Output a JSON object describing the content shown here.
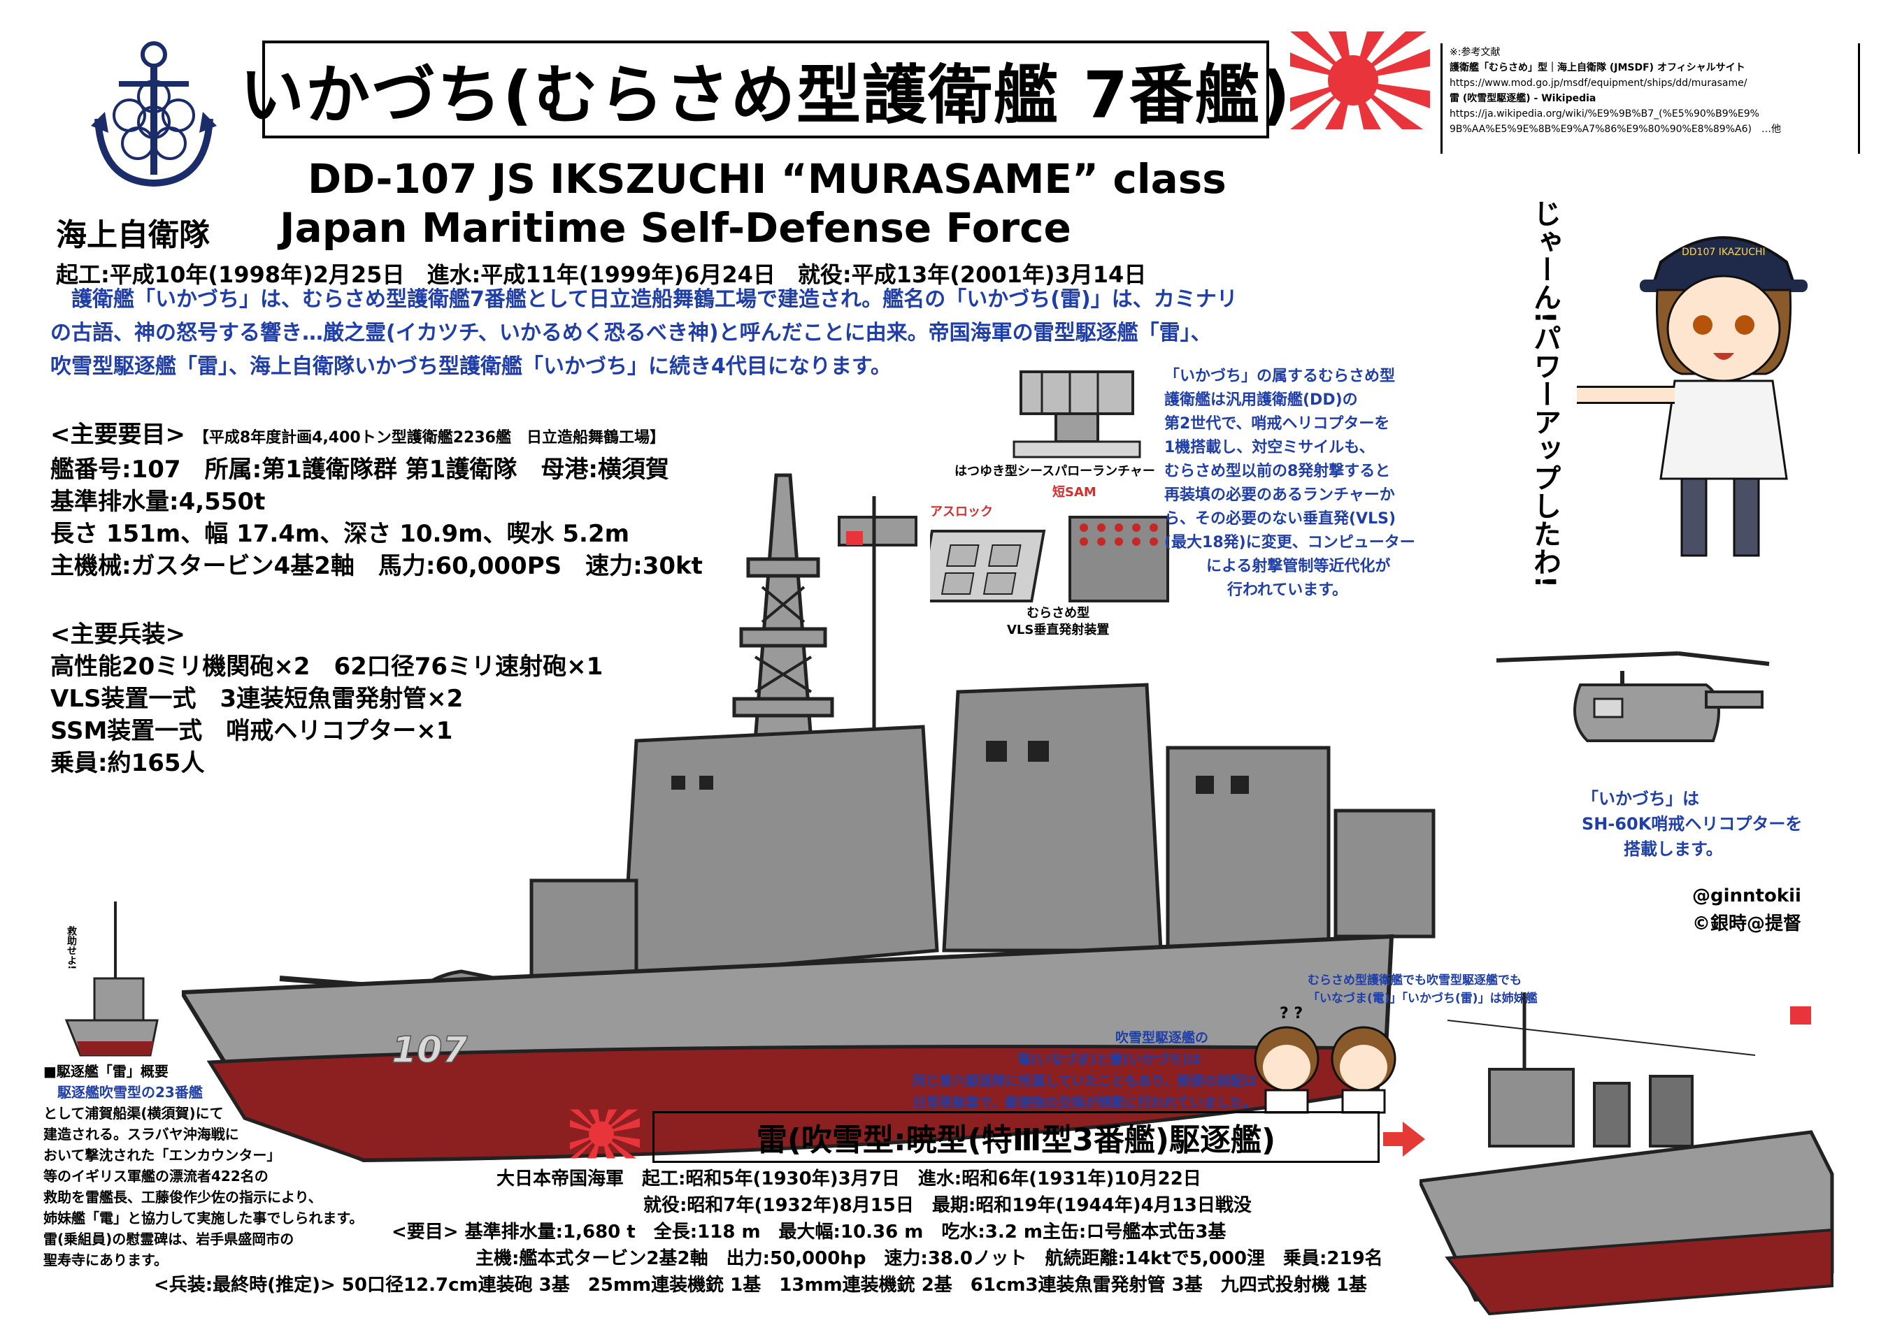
{
  "title": "いかづち(むらさめ型護衛艦 7番艦)",
  "subtitle_en": "DD-107 JS  IKSZUCHI “MURASAME” class",
  "org_jp": "海上自衛隊",
  "org_en": "Japan Maritime Self-Defense Force",
  "dates": "起工:平成10年(1998年)2月25日　進水:平成11年(1999年)6月24日　就役:平成13年(2001年)3月14日",
  "intro": [
    "　護衛艦「いかづち」は、むらさめ型護衛艦7番艦として日立造船舞鶴工場で建造され。艦名の「いかづち(雷)」は、カミナリ",
    "の古語、神の怒号する響き…厳之霊(イカツチ、いかるめく恐るべき神)と呼んだことに由来。帝国海軍の雷型駆逐艦「雷」、",
    "吹雪型駆逐艦「雷」、海上自衛隊いかづち型護衛艦「いかづち」に続き4代目になります。"
  ],
  "references": {
    "header": "※:参考文献",
    "lines": [
      "護衛艦「むらさめ」型｜海上自衛隊 (JMSDF) オフィシャルサイト",
      "https://www.mod.go.jp/msdf/equipment/ships/dd/murasame/",
      "雷 (吹雪型駆逐艦) - Wikipedia",
      "https://ja.wikipedia.org/wiki/%E9%9B%B7_(%E5%90%B9%E9%",
      "9B%AA%E5%9E%8B%E9%A7%86%E9%80%90%E8%89%A6)　…他"
    ]
  },
  "specs": {
    "header": "<主要要目>",
    "header_note": "【平成8年度計画4,400トン型護衛艦2236艦　日立造船舞鶴工場】",
    "lines": [
      "艦番号:107　所属:第1護衛隊群 第1護衛隊　母港:横須賀",
      "基準排水量:4,550t",
      "長さ 151m、幅 17.4m、深さ 10.9m、喫水 5.2m",
      "主機械:ガスタービン4基2軸　馬力:60,000PS　速力:30kt"
    ]
  },
  "weapons": {
    "header": "<主要兵装>",
    "lines": [
      "高性能20ミリ機関砲×2　62口径76ミリ速射砲×1",
      "VLS装置一式　3連装短魚雷発射管×2",
      "SSM装置一式　哨戒ヘリコプター×1",
      "乗員:約165人"
    ]
  },
  "launcher_caption": "はつゆき型シースパローランチャー",
  "asroc_label": "アスロック",
  "sam_label": "短SAM",
  "vls_caption": [
    "むらさめ型",
    "VLS垂直発射装置"
  ],
  "vls_note": [
    "「いかづち」の属するむらさめ型",
    "護衛艦は汎用護衛艦(DD)の",
    "第2世代で、哨戒ヘリコプターを",
    "1機搭載し、対空ミサイルも、",
    "むらさめ型以前の8発射撃すると",
    "再装填の必要のあるランチャーか",
    "ら、その必要のない垂直発(VLS)",
    "(最大18発)に変更、コンピューター",
    "による射撃管制等近代化が",
    "行われています。"
  ],
  "char_speech": "じゃーん!パワーアップしたわ!",
  "cap_text": "DD107 IKAZUCHI",
  "heli_note": [
    "「いかづち」は",
    "SH-60K哨戒ヘリコプターを",
    "搭載します。"
  ],
  "hull_number": "107",
  "credit": [
    "@ginntokii",
    "©銀時@提督"
  ],
  "small_ship_speech": "救助せよ!",
  "sister_note": [
    "むらさめ型護衛艦でも吹雪型駆逐艦でも",
    "「いなづま(電)」「いかづち(雷)」は姉妹艦"
  ],
  "qmarks": "? ?",
  "post_note": [
    "吹雪型駆逐艦の",
    "電(いなづま)と雷(いかづち)は",
    "同じ第六駆逐隊に所属していたこともあり、郵便の誤配は",
    "日常茶飯事で、郵便物の交換が頻繁に行われていました。"
  ],
  "destroyer_title": "雷(吹雪型:暁型(特Ⅲ型3番艦)駆逐艦)",
  "destroyer_specs": [
    "大日本帝国海軍　起工:昭和5年(1930年)3月7日　進水:昭和6年(1931年)10月22日",
    "就役:昭和7年(1932年)8月15日　最期:昭和19年(1944年)4月13日戦没",
    "<要目> 基準排水量:1,680 t　全長:118 m　最大幅:10.36 m　吃水:3.2 m主缶:ロ号艦本式缶3基",
    "主機:艦本式タービン2基2軸　出力:50,000hp　速力:38.0ノット　航続距離:14ktで5,000浬　乗員:219名",
    "<兵装:最終時(推定)> 50口径12.7cm連装砲 3基　25mm連装機銃 1基　13mm連装機銃 2基　61cm3連装魚雷発射管 3基　九四式投射機 1基"
  ],
  "left_note": {
    "header": "■駆逐艦「雷」概要",
    "lines": [
      "　駆逐艦吹雪型の23番艦",
      "として浦賀船渠(横須賀)にて",
      "建造される。スラバヤ沖海戦に",
      "おいて撃沈された「エンカウンター」",
      "等のイギリス軍艦の漂流者422名の",
      "救助を雷艦長、工藤俊作少佐の指示により、",
      "姉妹艦「電」と協力して実施した事でしられます。",
      "雷(乗組員)の慰霊碑は、岩手県盛岡市の",
      "聖寿寺にあります。"
    ]
  },
  "colors": {
    "hull_gray": "#8e8e8e",
    "hull_red": "#8c1f1f",
    "flag_red": "#e8343a",
    "note_blue": "#1f3ea8"
  }
}
